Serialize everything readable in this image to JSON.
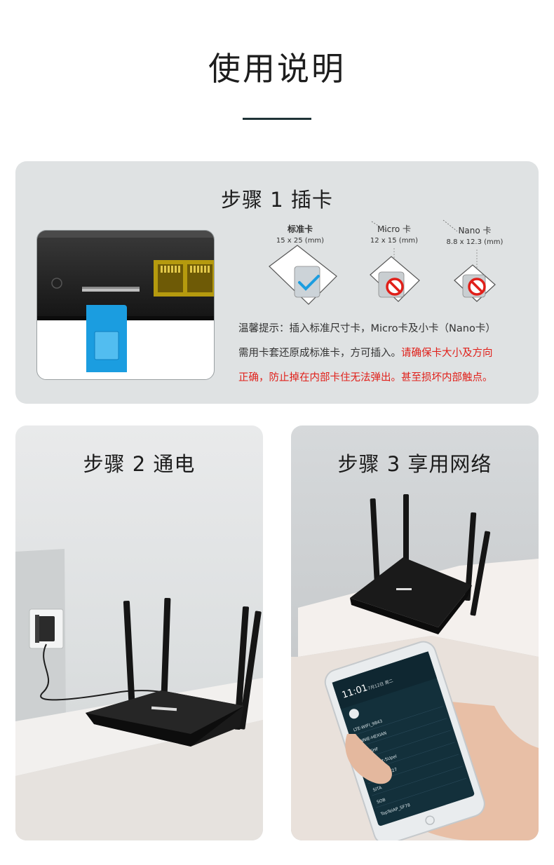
{
  "page": {
    "title": "使用说明"
  },
  "step1": {
    "title": "步骤 1 插卡",
    "sims": [
      {
        "name": "标准卡",
        "dims": "15 x 25 (mm)",
        "status": "ok"
      },
      {
        "name": "Micro 卡",
        "dims": "12 x 15 (mm)",
        "status": "forbidden"
      },
      {
        "name": "Nano 卡",
        "dims": "8.8 x 12.3 (mm)",
        "status": "forbidden"
      }
    ],
    "tip_line1": "温馨提示：插入标准尺寸卡，Micro卡及小卡（Nano卡）",
    "tip_line2_normal": "需用卡套还原成标准卡，方可插入。",
    "tip_line2_red": "请确保卡大小及方向",
    "tip_line3_red": "正确，防止掉在内部卡住无法弹出。甚至损坏内部触点。"
  },
  "step2": {
    "title": "步骤 2 通电"
  },
  "step3": {
    "title": "步骤 3 享用网络",
    "phone": {
      "time": "11:01",
      "date": "7月12日 周二",
      "networks": [
        "LTE-WIFI_9843",
        "ANNIE-HEXIAN",
        "TIACSHF",
        "ChinaNet-5Upel",
        "LinkBotNF727",
        "SITA",
        "SOB",
        "TopTelAP_SF78"
      ]
    }
  },
  "colors": {
    "card_bg": "#dfe2e3",
    "accent_blue": "#1b9de0",
    "warning_red": "#e0201a",
    "rule": "#1f3337"
  }
}
